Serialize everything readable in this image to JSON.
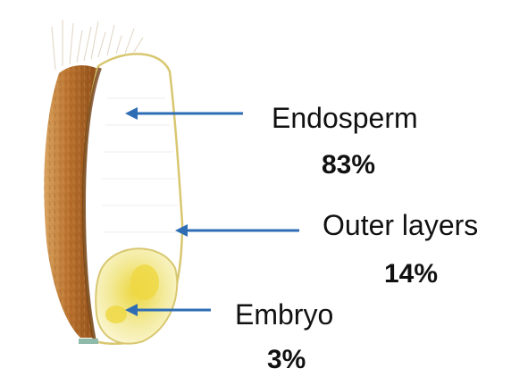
{
  "diagram": {
    "parts": [
      {
        "id": "endosperm",
        "name": "Endosperm",
        "percent": "83%"
      },
      {
        "id": "outer_layers",
        "name": "Outer layers",
        "percent": "14%"
      },
      {
        "id": "embryo",
        "name": "Embryo",
        "percent": "3%"
      }
    ],
    "colors": {
      "bran": "#b9712d",
      "bran_dark": "#8a4a17",
      "endosperm": "#ffffff",
      "outline": "#d8c770",
      "embryo": "#f3ea9a",
      "embryo_core": "#e9d12a",
      "arrow": "#2e6db4",
      "text": "#111111"
    }
  }
}
